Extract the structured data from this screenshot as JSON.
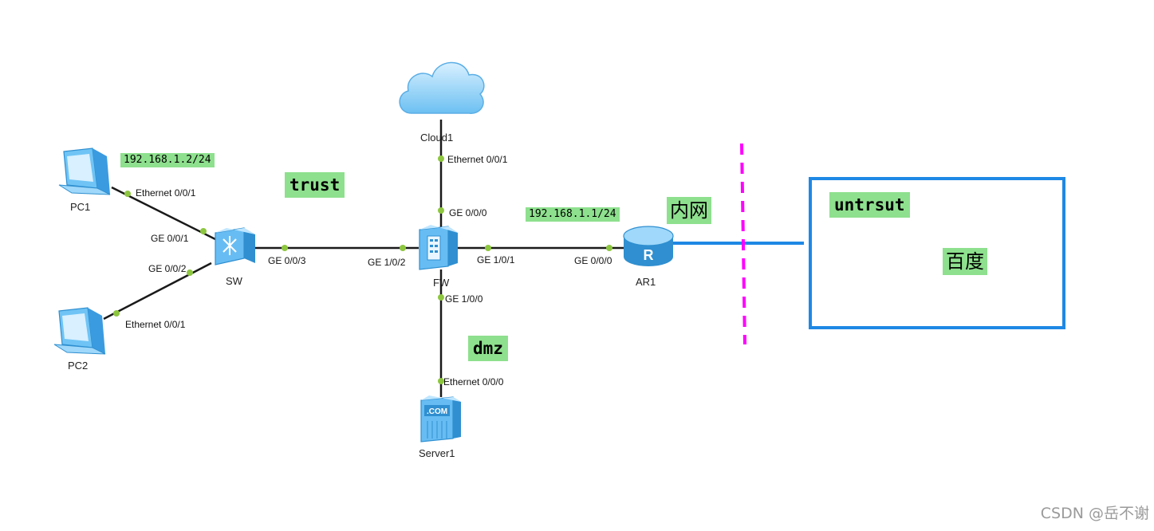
{
  "devices": {
    "pc1": "PC1",
    "pc2": "PC2",
    "sw": "SW",
    "fw": "FW",
    "ar1": "AR1",
    "cloud1": "Cloud1",
    "server1": "Server1"
  },
  "ports": {
    "pc1_eth": "Ethernet 0/0/1",
    "pc2_eth": "Ethernet 0/0/1",
    "sw_ge001": "GE 0/0/1",
    "sw_ge002": "GE 0/0/2",
    "sw_ge003": "GE 0/0/3",
    "fw_ge102": "GE 1/0/2",
    "fw_ge101": "GE 1/0/1",
    "fw_ge100": "GE 1/0/0",
    "fw_ge000": "GE 0/0/0",
    "cloud_eth": "Ethernet 0/0/1",
    "ar1_ge000": "GE 0/0/0",
    "server_eth": "Ethernet 0/0/0"
  },
  "tags": {
    "ip_pc1": "192.168.1.2/24",
    "ip_ar1": "192.168.1.1/24",
    "trust": "trust",
    "dmz": "dmz",
    "untrust": "untrsut",
    "intranet": "内网",
    "baidu": "百度"
  },
  "icons": {
    "server_badge": ".COM",
    "router_letter": "R"
  },
  "colors": {
    "link": "#1a1a1a",
    "port_dot": "#8dc63f",
    "tag_bg": "#8ee08e",
    "untrust_box": "#1e88e5",
    "boundary": "#ff00ff",
    "device_blue": "#4fb3f0"
  },
  "watermark": "CSDN @岳不谢"
}
